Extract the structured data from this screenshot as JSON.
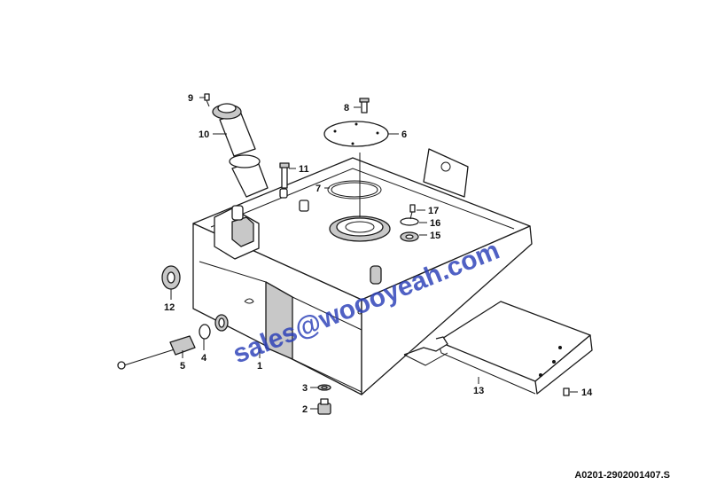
{
  "watermark": "sales@woooyeah.com",
  "reference_code": "A0201-2902001407.S",
  "callouts": {
    "c1": "1",
    "c2": "2",
    "c3": "3",
    "c4": "4",
    "c5": "5",
    "c6": "6",
    "c7": "7",
    "c8": "8",
    "c9": "9",
    "c10": "10",
    "c11": "11",
    "c12": "12",
    "c13": "13",
    "c14": "14",
    "c15": "15",
    "c16": "16",
    "c17": "17"
  }
}
